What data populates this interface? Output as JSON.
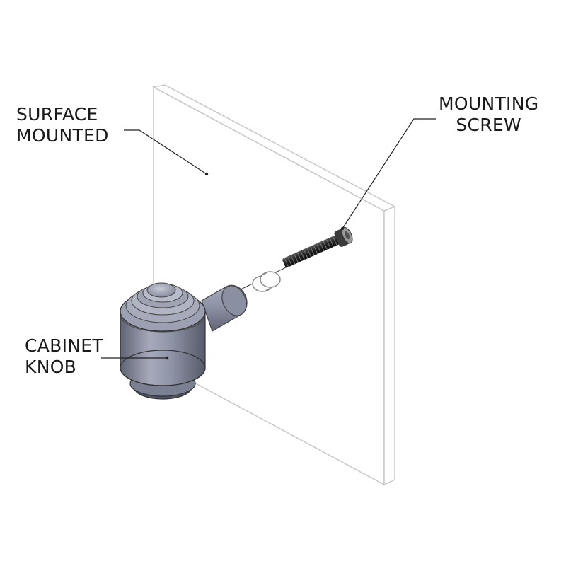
{
  "labels": {
    "surface": {
      "line1": "SURFACE",
      "line2": "MOUNTED"
    },
    "screw": {
      "line1": "MOUNTING",
      "line2": "SCREW"
    },
    "knob": {
      "line1": "CABINET",
      "line2": "KNOB"
    }
  },
  "colors": {
    "panel_edge": "#c8c8c8",
    "knob_body": "#8e93a6",
    "knob_dark": "#5b5f70",
    "knob_light": "#b9bdcc",
    "screw": "#2e2e2e",
    "leader": "#222222"
  }
}
